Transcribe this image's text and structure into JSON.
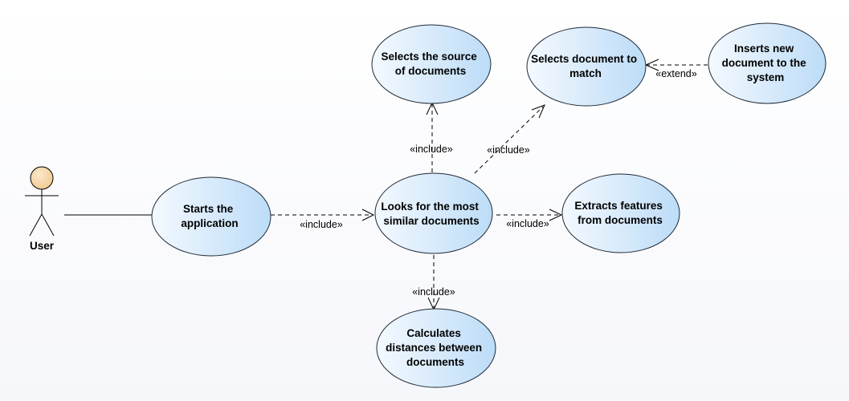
{
  "actor": {
    "label": "User"
  },
  "use_cases": {
    "starts_app": [
      "Starts the",
      "application"
    ],
    "looks_similar": [
      "Looks for the most",
      "similar documents"
    ],
    "selects_source": [
      "Selects the source",
      "of documents"
    ],
    "selects_match": [
      "Selects document to",
      "match"
    ],
    "inserts_new": [
      "Inserts new",
      "document to the",
      "system"
    ],
    "extracts_features": [
      "Extracts features",
      "from documents"
    ],
    "calculates_distances": [
      "Calculates",
      "distances between",
      "documents"
    ]
  },
  "relations": {
    "include_start": "«include»",
    "include_source": "«include»",
    "include_match": "«include»",
    "include_features": "«include»",
    "include_distances": "«include»",
    "extend_insert": "«extend»"
  },
  "colors": {
    "ellipse_light": "#f4f9ff",
    "ellipse_dark": "#bcdcf7",
    "actor_head": "#f7d9b0"
  }
}
